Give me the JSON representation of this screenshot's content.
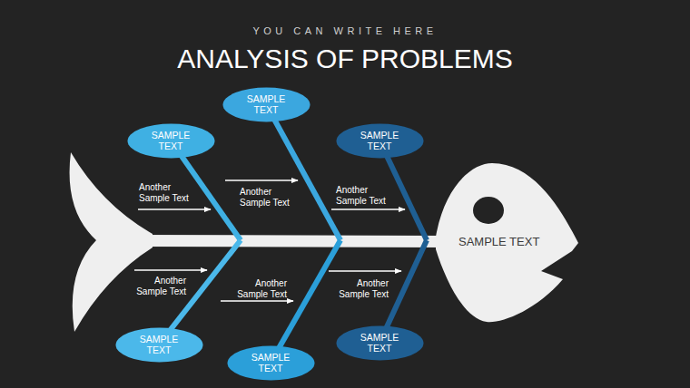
{
  "diagram": {
    "title": "ANALYSIS OF PROBLEMS",
    "nodes": [
      {
        "text": [
          "SAMPLE TEXT"
        ]
      },
      {
        "text": [
          "SAMPLE TEXT"
        ]
      },
      {
        "text": [
          "SAMPLE TEXT"
        ]
      },
      {
        "text": [
          "SAMPLE TEXT"
        ]
      },
      {
        "text": [
          "SAMPLE TEXT"
        ]
      },
      {
        "text": [
          "SAMPLE TEXT"
        ]
      },
      {
        "text": [
          "SAMPLE TEXT"
        ]
      }
    ],
    "labels": [
      "YOU CAN WRITE HERE",
      "Another Sample Text",
      "Another Sample Text",
      "Another Sample Text",
      "Another Sample Text",
      "Another Sample Text",
      "Another Sample Text"
    ]
  }
}
